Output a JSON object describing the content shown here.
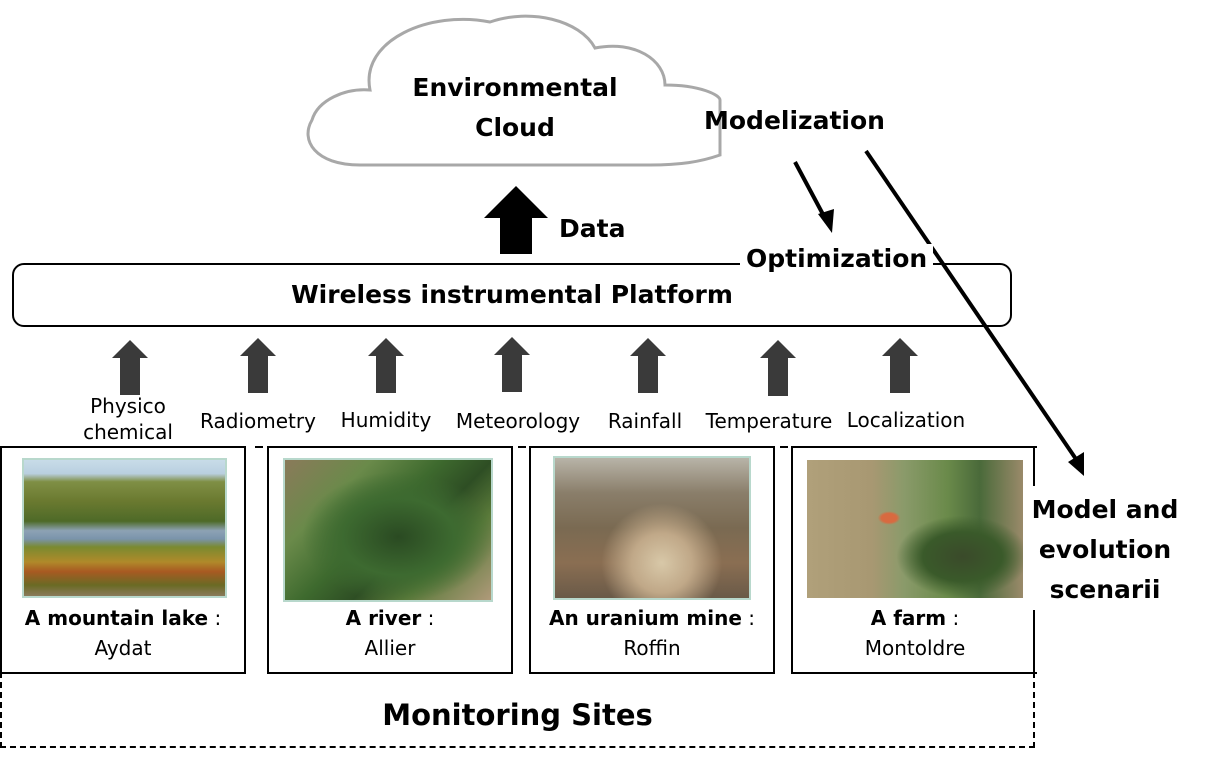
{
  "cloud": {
    "line1": "Environmental",
    "line2": "Cloud"
  },
  "modelization_label": "Modelization",
  "data_label": "Data",
  "optimization_label": "Optimization",
  "platform_title": "Wireless instrumental Platform",
  "sensors": [
    {
      "label_line1": "Physico",
      "label_line2": "chemical"
    },
    {
      "label_line1": "Radiometry"
    },
    {
      "label_line1": "Humidity"
    },
    {
      "label_line1": "Meteorology"
    },
    {
      "label_line1": "Rainfall"
    },
    {
      "label_line1": "Temperature"
    },
    {
      "label_line1": "Localization"
    }
  ],
  "sites": [
    {
      "type": "A mountain lake",
      "separator": " :",
      "name": "Aydat",
      "image": "mountain-lake-photo"
    },
    {
      "type": "A river",
      "separator": " :",
      "name": "Allier",
      "image": "river-aerial-photo"
    },
    {
      "type": "An uranium mine",
      "separator": "  :",
      "name": "Roffin",
      "image": "uranium-mine-photo"
    },
    {
      "type": "A farm",
      "separator": " :",
      "name": "Montoldre",
      "image": "farm-aerial-photo"
    }
  ],
  "monitoring_title": "Monitoring Sites",
  "scenarii": {
    "line1": "Model and",
    "line2": "evolution",
    "line3": "scenarii"
  },
  "colors": {
    "sensor_arrow": "#3a3a3a",
    "cloud_outline": "#a8a8a8",
    "image_border": "#b8d8cc"
  }
}
